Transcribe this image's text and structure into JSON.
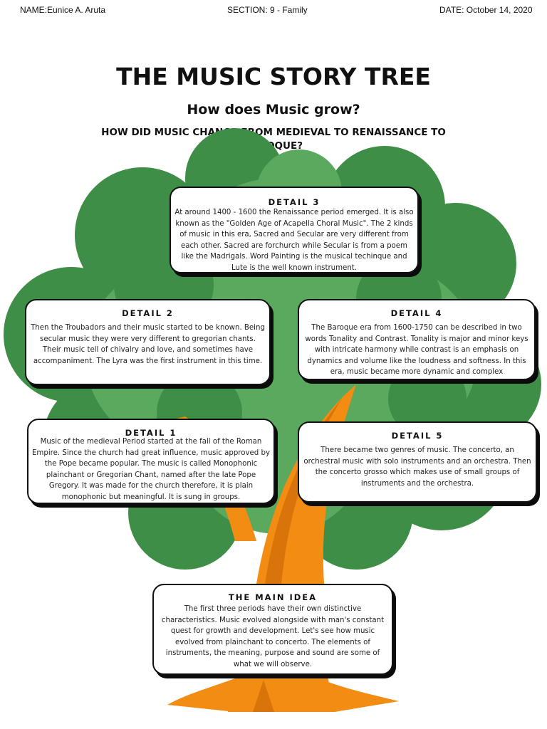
{
  "header": {
    "name": "NAME:Eunice A. Aruta",
    "section": "SECTION: 9 - Family",
    "date": "DATE: October 14, 2020"
  },
  "title": "THE MUSIC STORY TREE",
  "subtitle": "How does Music grow?",
  "question": "HOW DID MUSIC CHANGE FROM MEDIEVAL TO RENAISSANCE TO BAROQUE?",
  "colors": {
    "leaf_dark": "#3e8e47",
    "leaf_light": "#5aa95f",
    "trunk": "#f28c12",
    "trunk_shade": "#d9740a"
  },
  "details": {
    "detail3": {
      "heading": "DETAIL 3",
      "text": "At around 1400 - 1600 the Renaissance period emerged. It is also known as the \"Golden Age of Acapella Choral Music\". The 2 kinds of music in this era, Sacred and Secular are very different from each other. Sacred are forchurch while Secular is from a poem like the Madrigals. Word Painting is the musical techinque and Lute is the well known instrument."
    },
    "detail2": {
      "heading": "DETAIL 2",
      "text": "Then the Troubadors and their music started to be known. Being secular music they were very different to gregorian chants. Their music tell of chivalry and love, and sometimes have accompaniment. The Lyra was the first instrument in this time."
    },
    "detail4": {
      "heading": "DETAIL 4",
      "text": "The Baroque era from 1600-1750 can be described in two words Tonality and Contrast. Tonality is major and minor keys with intricate harmony while contrast is an emphasis on dynamics and volume like the loudness and softness. In this era, music became more dynamic and complex"
    },
    "detail1": {
      "heading": "DETAIL 1",
      "text": "Music of the medieval Period started at the fall of the Roman Empire. Since the church had great influence, music approved by the Pope became popular. The music is called Monophonic plainchant or Gregorian Chant, named after the late Pope Gregory. It was made for the church therefore, it is plain monophonic but meaningful. It is sung in groups."
    },
    "detail5": {
      "heading": "DETAIL 5",
      "text": "There became two genres of music. The concerto, an orchestral music with solo instruments and an orchestra. Then the concerto grosso which makes use of small groups of instruments and the orchestra."
    },
    "main_idea": {
      "heading": "THE MAIN IDEA",
      "text": "The first three periods have their own distinctive characteristics. Music evolved alongside with man's constant quest for growth and development. Let's see how music evolved from plainchant to concerto. The elements of instruments, the meaning, purpose and sound are some of what we will observe."
    }
  }
}
